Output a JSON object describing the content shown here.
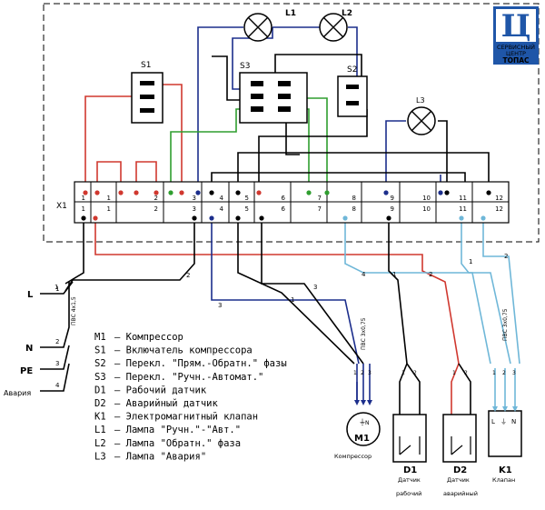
{
  "logo": {
    "line1": "СЕРВИСНЫЙ",
    "line2": "ЦЕНТР",
    "line3": "ТОПАС",
    "colors": {
      "blue": "#1f56a8",
      "white": "#ffffff"
    }
  },
  "lamps": [
    {
      "label": "L1"
    },
    {
      "label": "L2"
    },
    {
      "label": "L3"
    }
  ],
  "switches": [
    {
      "label": "S1"
    },
    {
      "label": "S3"
    },
    {
      "label": "S2"
    }
  ],
  "terminal_block": {
    "label": "X1",
    "top_numbers": [
      "1",
      "1",
      "2",
      "3",
      "4",
      "5",
      "6",
      "7",
      "8",
      "9",
      "10",
      "11",
      "12"
    ],
    "bottom_numbers": [
      "1",
      "1",
      "2",
      "3",
      "4",
      "5",
      "6",
      "7",
      "8",
      "9",
      "10",
      "11",
      "12"
    ]
  },
  "mains": [
    {
      "label": "L"
    },
    {
      "label": "N"
    },
    {
      "label": "PE"
    },
    {
      "label": "Авария"
    }
  ],
  "mains_pins": [
    "1",
    "2",
    "3",
    "4"
  ],
  "cable_main": "ПВС 4х1,5",
  "cable_m1": "ПВС 3х0,75",
  "cable_k1": "ПВС 3х0,75",
  "wire_numbers": {
    "n1": "1",
    "n2a": "2",
    "n2b": "2",
    "n3a": "3",
    "n3b": "3",
    "n1b": "1",
    "n4": "4",
    "n2c": "2",
    "n1c": "1",
    "n3c": "3",
    "n2d": "2",
    "n1d": "1",
    "n2e": "2"
  },
  "legend": [
    {
      "code": "M1",
      "text": "– Компрессор"
    },
    {
      "code": "S1",
      "text": "– Включатель компрессора"
    },
    {
      "code": "S2",
      "text": "– Перекл. \"Прям.-Обратн.\" фазы"
    },
    {
      "code": "S3",
      "text": "– Перекл. \"Ручн.-Автомат.\""
    },
    {
      "code": "D1",
      "text": "– Рабочий датчик"
    },
    {
      "code": "D2",
      "text": "– Аварийный датчик"
    },
    {
      "code": "K1",
      "text": "– Электромагнитный клапан"
    },
    {
      "code": "L1",
      "text": "– Лампа \"Ручн.\"-\"Авт.\""
    },
    {
      "code": "L2",
      "text": "– Лампа \"Обратн.\" фаза"
    },
    {
      "code": "L3",
      "text": "– Лампа \"Авария\""
    }
  ],
  "devices": [
    {
      "label": "M1",
      "caption": "Компрессор",
      "pins": [
        "1",
        "2",
        "3"
      ],
      "earth": "⏚",
      "nsym": "N"
    },
    {
      "label": "D1",
      "caption1": "Датчик",
      "caption2": "рабочий",
      "pins": [
        "1",
        "2"
      ]
    },
    {
      "label": "D2",
      "caption1": "Датчик",
      "caption2": "аварийный",
      "pins": [
        "1",
        "2"
      ]
    },
    {
      "label": "K1",
      "caption": "Клапан",
      "pins": [
        "1",
        "2",
        "3"
      ],
      "lsym": "L",
      "earth": "⏚",
      "nsym": "N"
    }
  ],
  "colors": {
    "black": "#000000",
    "red": "#d0382f",
    "blue": "#1c2e8c",
    "green": "#2f9e2f",
    "lightblue": "#6fb7d8"
  }
}
